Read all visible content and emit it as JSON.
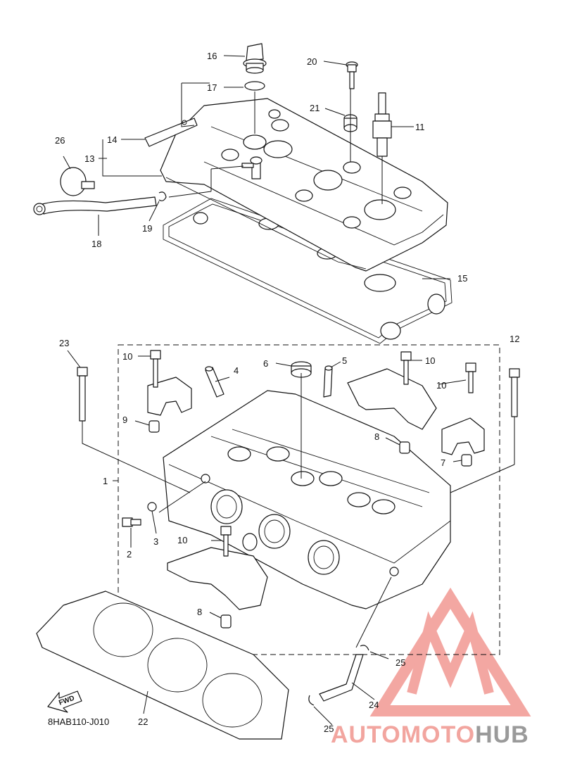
{
  "diagram_code": "8HAB110-J010",
  "fwd_label": "FWD",
  "labels": {
    "p1": "1",
    "p2": "2",
    "p3": "3",
    "p4": "4",
    "p5": "5",
    "p6": "6",
    "p7": "7",
    "p8a": "8",
    "p8b": "8",
    "p9": "9",
    "p10a": "10",
    "p10b": "10",
    "p10c": "10",
    "p10d": "10",
    "p11": "11",
    "p12": "12",
    "p13": "13",
    "p14": "14",
    "p15": "15",
    "p16": "16",
    "p17": "17",
    "p18": "18",
    "p19": "19",
    "p20": "20",
    "p21": "21",
    "p22": "22",
    "p23": "23",
    "p24": "24",
    "p25a": "25",
    "p25b": "25",
    "p26": "26"
  },
  "watermark": {
    "part1": "AUTOMOTO",
    "part2": "HUB",
    "color_primary": "#f08a84",
    "color_secondary": "#9a9a9a"
  }
}
